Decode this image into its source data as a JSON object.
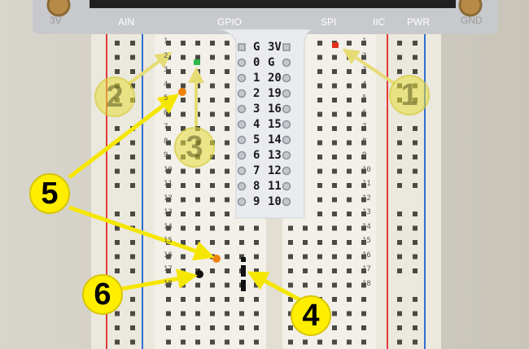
{
  "board_header": {
    "labels": [
      "3V",
      "AIN",
      "GPIO",
      "SPI",
      "IIC",
      "PWR",
      "GND"
    ]
  },
  "breakout": {
    "pin_labels": [
      [
        "G",
        "3V"
      ],
      [
        "0",
        "G"
      ],
      [
        "1",
        "20"
      ],
      [
        "2",
        "19"
      ],
      [
        "3",
        "16"
      ],
      [
        "4",
        "15"
      ],
      [
        "5",
        "14"
      ],
      [
        "6",
        "13"
      ],
      [
        "7",
        "12"
      ],
      [
        "8",
        "11"
      ],
      [
        "9",
        "10"
      ]
    ]
  },
  "row_numbers": [
    "1",
    "2",
    "3",
    "4",
    "5",
    "6",
    "7",
    "8",
    "9",
    "10",
    "11",
    "12",
    "13",
    "14",
    "15",
    "16",
    "17",
    "18"
  ],
  "callouts": [
    "1",
    "2",
    "3",
    "4",
    "5",
    "6"
  ],
  "colors": {
    "callout_yellow": "#ffee00",
    "callout_arrow": "#f5e600",
    "marker_red": "#e0301e",
    "marker_green": "#2eb84a",
    "marker_orange": "#f0820f",
    "marker_black": "#111111",
    "rail_red": "#e23a3a",
    "rail_blue": "#2f6fd0",
    "breadboard": "#f2f0e8",
    "breakout_board": "#e9ebee"
  }
}
